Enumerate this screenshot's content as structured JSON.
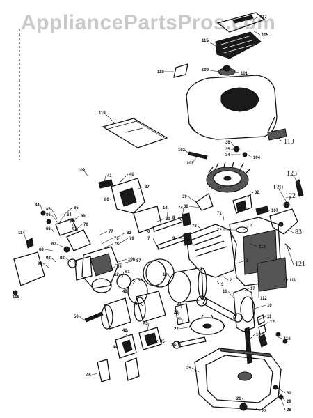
{
  "watermark": "AppliancePartsPros.com",
  "callouts": [
    {
      "id": "c117",
      "label": "117"
    },
    {
      "id": "c105",
      "label": "105"
    },
    {
      "id": "c118",
      "label": "118"
    },
    {
      "id": "c100",
      "label": "100"
    },
    {
      "id": "c101",
      "label": "101"
    },
    {
      "id": "c110",
      "label": "110"
    },
    {
      "id": "c119",
      "label": "119"
    },
    {
      "id": "c36",
      "label": "36"
    },
    {
      "id": "c35",
      "label": "35"
    },
    {
      "id": "c34",
      "label": "34"
    },
    {
      "id": "c104",
      "label": "104"
    },
    {
      "id": "c102",
      "label": "102"
    },
    {
      "id": "c103",
      "label": "103"
    },
    {
      "id": "c123",
      "label": "123"
    },
    {
      "id": "c120",
      "label": "120"
    },
    {
      "id": "c122",
      "label": "122"
    },
    {
      "id": "c33",
      "label": "33"
    },
    {
      "id": "c32",
      "label": "32"
    },
    {
      "id": "c41",
      "label": "41"
    },
    {
      "id": "c40",
      "label": "40"
    },
    {
      "id": "c37",
      "label": "37"
    },
    {
      "id": "c39",
      "label": "39"
    },
    {
      "id": "c38",
      "label": "38"
    },
    {
      "id": "c107",
      "label": "107"
    },
    {
      "id": "c83",
      "label": "83"
    },
    {
      "id": "c121",
      "label": "121"
    },
    {
      "id": "c111",
      "label": "111"
    },
    {
      "id": "c108",
      "label": "108"
    },
    {
      "id": "c80",
      "label": "80"
    },
    {
      "id": "c114",
      "label": "114"
    },
    {
      "id": "c85",
      "label": "85"
    },
    {
      "id": "c86",
      "label": "86"
    },
    {
      "id": "c82",
      "label": "82"
    },
    {
      "id": "c84",
      "label": "84"
    },
    {
      "id": "c71",
      "label": "71"
    },
    {
      "id": "c72",
      "label": "72"
    },
    {
      "id": "c73",
      "label": "73"
    },
    {
      "id": "c74",
      "label": "74"
    },
    {
      "id": "c14",
      "label": "14"
    },
    {
      "id": "c113",
      "label": "113"
    },
    {
      "id": "c1",
      "label": "1"
    },
    {
      "id": "c2",
      "label": "2"
    },
    {
      "id": "c3",
      "label": "3"
    },
    {
      "id": "c4",
      "label": "4"
    },
    {
      "id": "c6",
      "label": "6"
    },
    {
      "id": "c7",
      "label": "7"
    },
    {
      "id": "c8",
      "label": "8"
    },
    {
      "id": "c9",
      "label": "9"
    },
    {
      "id": "c10",
      "label": "10"
    },
    {
      "id": "c11",
      "label": "11"
    },
    {
      "id": "c12",
      "label": "12"
    },
    {
      "id": "c13",
      "label": "13"
    },
    {
      "id": "c16",
      "label": "16"
    },
    {
      "id": "c17",
      "label": "17"
    },
    {
      "id": "c19",
      "label": "19"
    },
    {
      "id": "c20",
      "label": "20"
    },
    {
      "id": "c21",
      "label": "21"
    },
    {
      "id": "c22",
      "label": "22"
    },
    {
      "id": "c23",
      "label": "23"
    },
    {
      "id": "c24",
      "label": "24"
    },
    {
      "id": "c25",
      "label": "25"
    },
    {
      "id": "c26",
      "label": "26"
    },
    {
      "id": "c27",
      "label": "27"
    },
    {
      "id": "c28",
      "label": "28"
    },
    {
      "id": "c29",
      "label": "29"
    },
    {
      "id": "c30",
      "label": "30"
    },
    {
      "id": "c31",
      "label": "31"
    },
    {
      "id": "c42",
      "label": "42"
    },
    {
      "id": "c43",
      "label": "43"
    },
    {
      "id": "c44",
      "label": "44"
    },
    {
      "id": "c45",
      "label": "45"
    },
    {
      "id": "c46",
      "label": "46"
    },
    {
      "id": "c47",
      "label": "47"
    },
    {
      "id": "c48",
      "label": "48"
    },
    {
      "id": "c50",
      "label": "50"
    },
    {
      "id": "c60",
      "label": "60"
    },
    {
      "id": "c61",
      "label": "61"
    },
    {
      "id": "c62",
      "label": "62"
    },
    {
      "id": "c63",
      "label": "63"
    },
    {
      "id": "c64",
      "label": "64"
    },
    {
      "id": "c65",
      "label": "65"
    },
    {
      "id": "c66",
      "label": "66"
    },
    {
      "id": "c67",
      "label": "67"
    },
    {
      "id": "c68",
      "label": "68"
    },
    {
      "id": "c69",
      "label": "69"
    },
    {
      "id": "c70",
      "label": "70"
    },
    {
      "id": "c76",
      "label": "76"
    },
    {
      "id": "c77",
      "label": "77"
    },
    {
      "id": "c78",
      "label": "78"
    },
    {
      "id": "c79",
      "label": "79"
    },
    {
      "id": "c87",
      "label": "87"
    },
    {
      "id": "c88",
      "label": "88"
    },
    {
      "id": "c90",
      "label": "90"
    },
    {
      "id": "c91",
      "label": "91"
    },
    {
      "id": "c92",
      "label": "92"
    },
    {
      "id": "c93",
      "label": "93"
    },
    {
      "id": "c106",
      "label": "106"
    },
    {
      "id": "c109",
      "label": "109"
    },
    {
      "id": "c112",
      "label": "112"
    },
    {
      "id": "c115",
      "label": "115"
    },
    {
      "id": "c116",
      "label": "116"
    }
  ]
}
